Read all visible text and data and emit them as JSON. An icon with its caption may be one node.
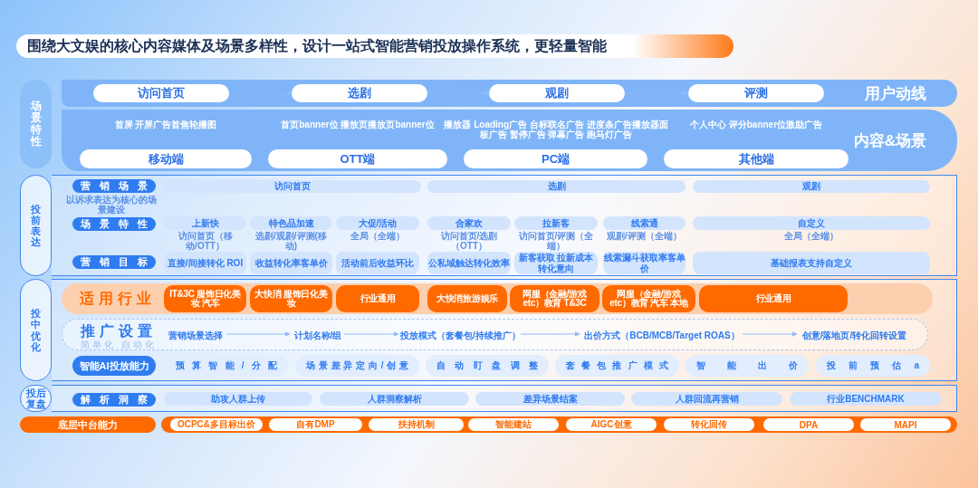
{
  "diagram": {
    "title": "围绕大文娱的核心内容媒体及场景多样性，设计一站式智能营销投放操作系统，更轻量智能",
    "nodes": [
      {
        "text": [
          "场景特性"
        ]
      },
      {
        "text": [
          "用户动线"
        ]
      },
      {
        "text": [
          "访问首页"
        ],
        "in": 1
      },
      {
        "text": [
          "选剧"
        ],
        "in": 1
      },
      {
        "text": [
          "观剧"
        ],
        "in": 1
      },
      {
        "text": [
          "评测"
        ],
        "in": 1
      },
      {
        "text": [
          "内容&场景"
        ]
      },
      {
        "text": [
          "移动端"
        ],
        "in": 6,
        "beside": [
          "首屏 开屏广告首焦轮播图"
        ]
      },
      {
        "text": [
          "OTT端"
        ],
        "in": 6,
        "beside": [
          "首页banner位 播放页播放页banner位"
        ]
      },
      {
        "text": [
          "PC端"
        ],
        "in": 6,
        "beside": [
          "播放器 Loading广告 台标联名广告 进度条广告播放器面板广告 暂停广告 弹幕广告 跑马灯广告"
        ]
      },
      {
        "text": [
          "其他端"
        ],
        "in": 6,
        "beside": [
          "个人中心 评分banner位激励广告"
        ]
      },
      {
        "text": [
          "投前表达"
        ]
      },
      {
        "text": [],
        "shape": "box"
      },
      {
        "text": [
          "营销场景"
        ],
        "in": 12,
        "beside": [
          "以诉求表达为核心的场景建设"
        ]
      },
      {
        "text": [
          "访问首页"
        ],
        "in": 12
      },
      {
        "text": [
          "选剧"
        ],
        "in": 12
      },
      {
        "text": [
          "观剧"
        ],
        "in": 12
      },
      {
        "text": [
          "场景特性"
        ],
        "in": 12
      },
      {
        "text": [
          "上新快"
        ],
        "in": 12,
        "beside": [
          "访问首页（移动/OTT）"
        ]
      },
      {
        "text": [
          "特色品加速"
        ],
        "in": 12,
        "beside": [
          "选剧/观剧/评测(移动)"
        ]
      },
      {
        "text": [
          "大促/活动"
        ],
        "in": 12,
        "beside": [
          "全局（全端）"
        ]
      },
      {
        "text": [
          "合家欢"
        ],
        "in": 12,
        "beside": [
          "访问首页/选剧（OTT）"
        ]
      },
      {
        "text": [
          "拉新客"
        ],
        "in": 12,
        "beside": [
          "访问首页/评测（全端）"
        ]
      },
      {
        "text": [
          "线索通"
        ],
        "in": 12,
        "beside": [
          "观剧/评测（全端）"
        ]
      },
      {
        "text": [
          "自定义"
        ],
        "in": 12,
        "beside": [
          "全局（全端）"
        ]
      },
      {
        "text": [
          "营销目标"
        ],
        "in": 12
      },
      {
        "text": [
          "直接/间接转化 ROI"
        ],
        "in": 12
      },
      {
        "text": [
          "收益转化率客单价"
        ],
        "in": 12
      },
      {
        "text": [
          "活动前后收益环比"
        ],
        "in": 12
      },
      {
        "text": [
          "公私域触达转化效率"
        ],
        "in": 12
      },
      {
        "text": [
          "新客获取 拉新成本转化意向"
        ],
        "in": 12
      },
      {
        "text": [
          "线索漏斗获取率客单价"
        ],
        "in": 12
      },
      {
        "text": [
          "基础报表支持自定义"
        ],
        "in": 12
      },
      {
        "text": [
          "投中优化"
        ]
      },
      {
        "text": [],
        "shape": "box"
      },
      {
        "text": [
          "适用行业"
        ],
        "in": 34
      },
      {
        "text": [
          "IT&3C 服饰日化美妆 汽车"
        ],
        "in": 35
      },
      {
        "text": [
          "大快消 服饰日化美妆"
        ],
        "in": 35
      },
      {
        "text": [
          "行业通用"
        ],
        "in": 35
      },
      {
        "text": [
          "大快消旅游娱乐"
        ],
        "in": 35
      },
      {
        "text": [
          "网服（金融/游戏etc）教育 T&3C"
        ],
        "in": 35
      },
      {
        "text": [
          "网服（金融/游戏etc）教育 汽车 本地"
        ],
        "in": 35
      },
      {
        "text": [
          "行业通用"
        ],
        "in": 35
      },
      {
        "text": [
          "推广设置",
          "简单化 自动化"
        ],
        "in": 34
      },
      {
        "text": [
          "营销场景选择"
        ],
        "in": 43
      },
      {
        "text": [
          "计划名称/组"
        ],
        "in": 43
      },
      {
        "text": [
          "投放模式（套餐包/持续推广）"
        ],
        "in": 43
      },
      {
        "text": [
          "出价方式（BCB/MCB/Target ROAS）"
        ],
        "in": 43
      },
      {
        "text": [
          "创意/落地页/转化回转设置"
        ],
        "in": 43
      },
      {
        "text": [
          "智能AI投放能力"
        ],
        "in": 34
      },
      {
        "text": [
          "预算智能/分配"
        ],
        "in": 34
      },
      {
        "text": [
          "场景差异定向/创意"
        ],
        "in": 34
      },
      {
        "text": [
          "自动盯盘调整"
        ],
        "in": 34
      },
      {
        "text": [
          "套餐包推广模式"
        ],
        "in": 34
      },
      {
        "text": [
          "智能出价"
        ],
        "in": 34
      },
      {
        "text": [
          "投前预估a"
        ],
        "in": 34
      },
      {
        "text": [
          "投后复盘"
        ]
      },
      {
        "text": [],
        "shape": "box"
      },
      {
        "text": [
          "解析洞察"
        ],
        "in": 57
      },
      {
        "text": [
          "助攻人群上传"
        ],
        "in": 57
      },
      {
        "text": [
          "人群洞察解析"
        ],
        "in": 57
      },
      {
        "text": [
          "差异场景结案"
        ],
        "in": 57
      },
      {
        "text": [
          "人群回流再营销"
        ],
        "in": 57
      },
      {
        "text": [
          "行业BENCHMARK"
        ],
        "in": 57
      },
      {
        "text": [
          "底层中台能力"
        ]
      },
      {
        "text": [],
        "shape": "bar"
      },
      {
        "text": [
          "OCPC&多目标出价"
        ],
        "in": 65
      },
      {
        "text": [
          "自有DMP"
        ],
        "in": 65
      },
      {
        "text": [
          "扶持机制"
        ],
        "in": 65
      },
      {
        "text": [
          "智能建站"
        ],
        "in": 65
      },
      {
        "text": [
          "AIGC创意"
        ],
        "in": 65
      },
      {
        "text": [
          "转化回传"
        ],
        "in": 65
      },
      {
        "text": [
          "DPA"
        ],
        "in": 65
      },
      {
        "text": [
          "MAPI"
        ],
        "in": 65
      }
    ],
    "edges": [
      {
        "from": 2,
        "to": 3,
        "arrow": "to"
      },
      {
        "from": 3,
        "to": 4,
        "arrow": "to"
      },
      {
        "from": 4,
        "to": 5,
        "arrow": "to"
      },
      {
        "from": 44,
        "to": 45,
        "arrow": "to"
      },
      {
        "from": 45,
        "to": 46,
        "arrow": "to"
      },
      {
        "from": 46,
        "to": 47,
        "arrow": "to"
      },
      {
        "from": 47,
        "to": 48,
        "arrow": "to"
      }
    ]
  }
}
